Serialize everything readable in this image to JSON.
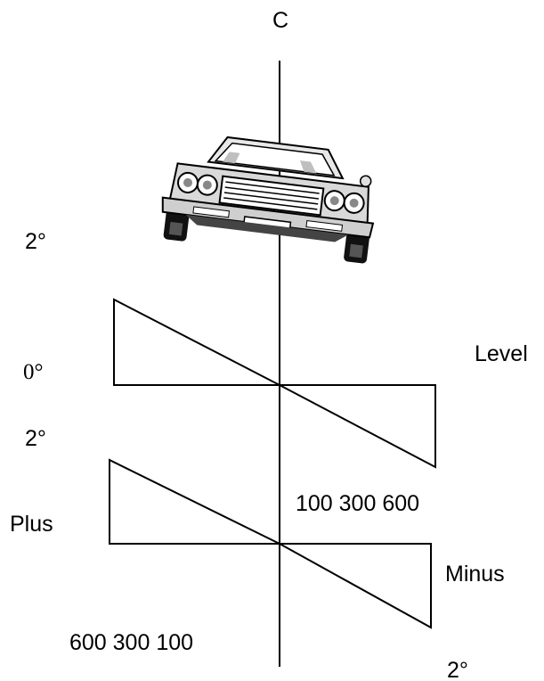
{
  "labels": {
    "center": "C",
    "camber_top": "2°",
    "zero": "0°",
    "level": "Level",
    "camber_mid": "2°",
    "scale_right": "100 300 600",
    "plus": "Plus",
    "minus": "Minus",
    "scale_left": "600 300 100",
    "camber_bottom": "2°"
  },
  "icons": {
    "vehicle": "car-front-icon"
  }
}
